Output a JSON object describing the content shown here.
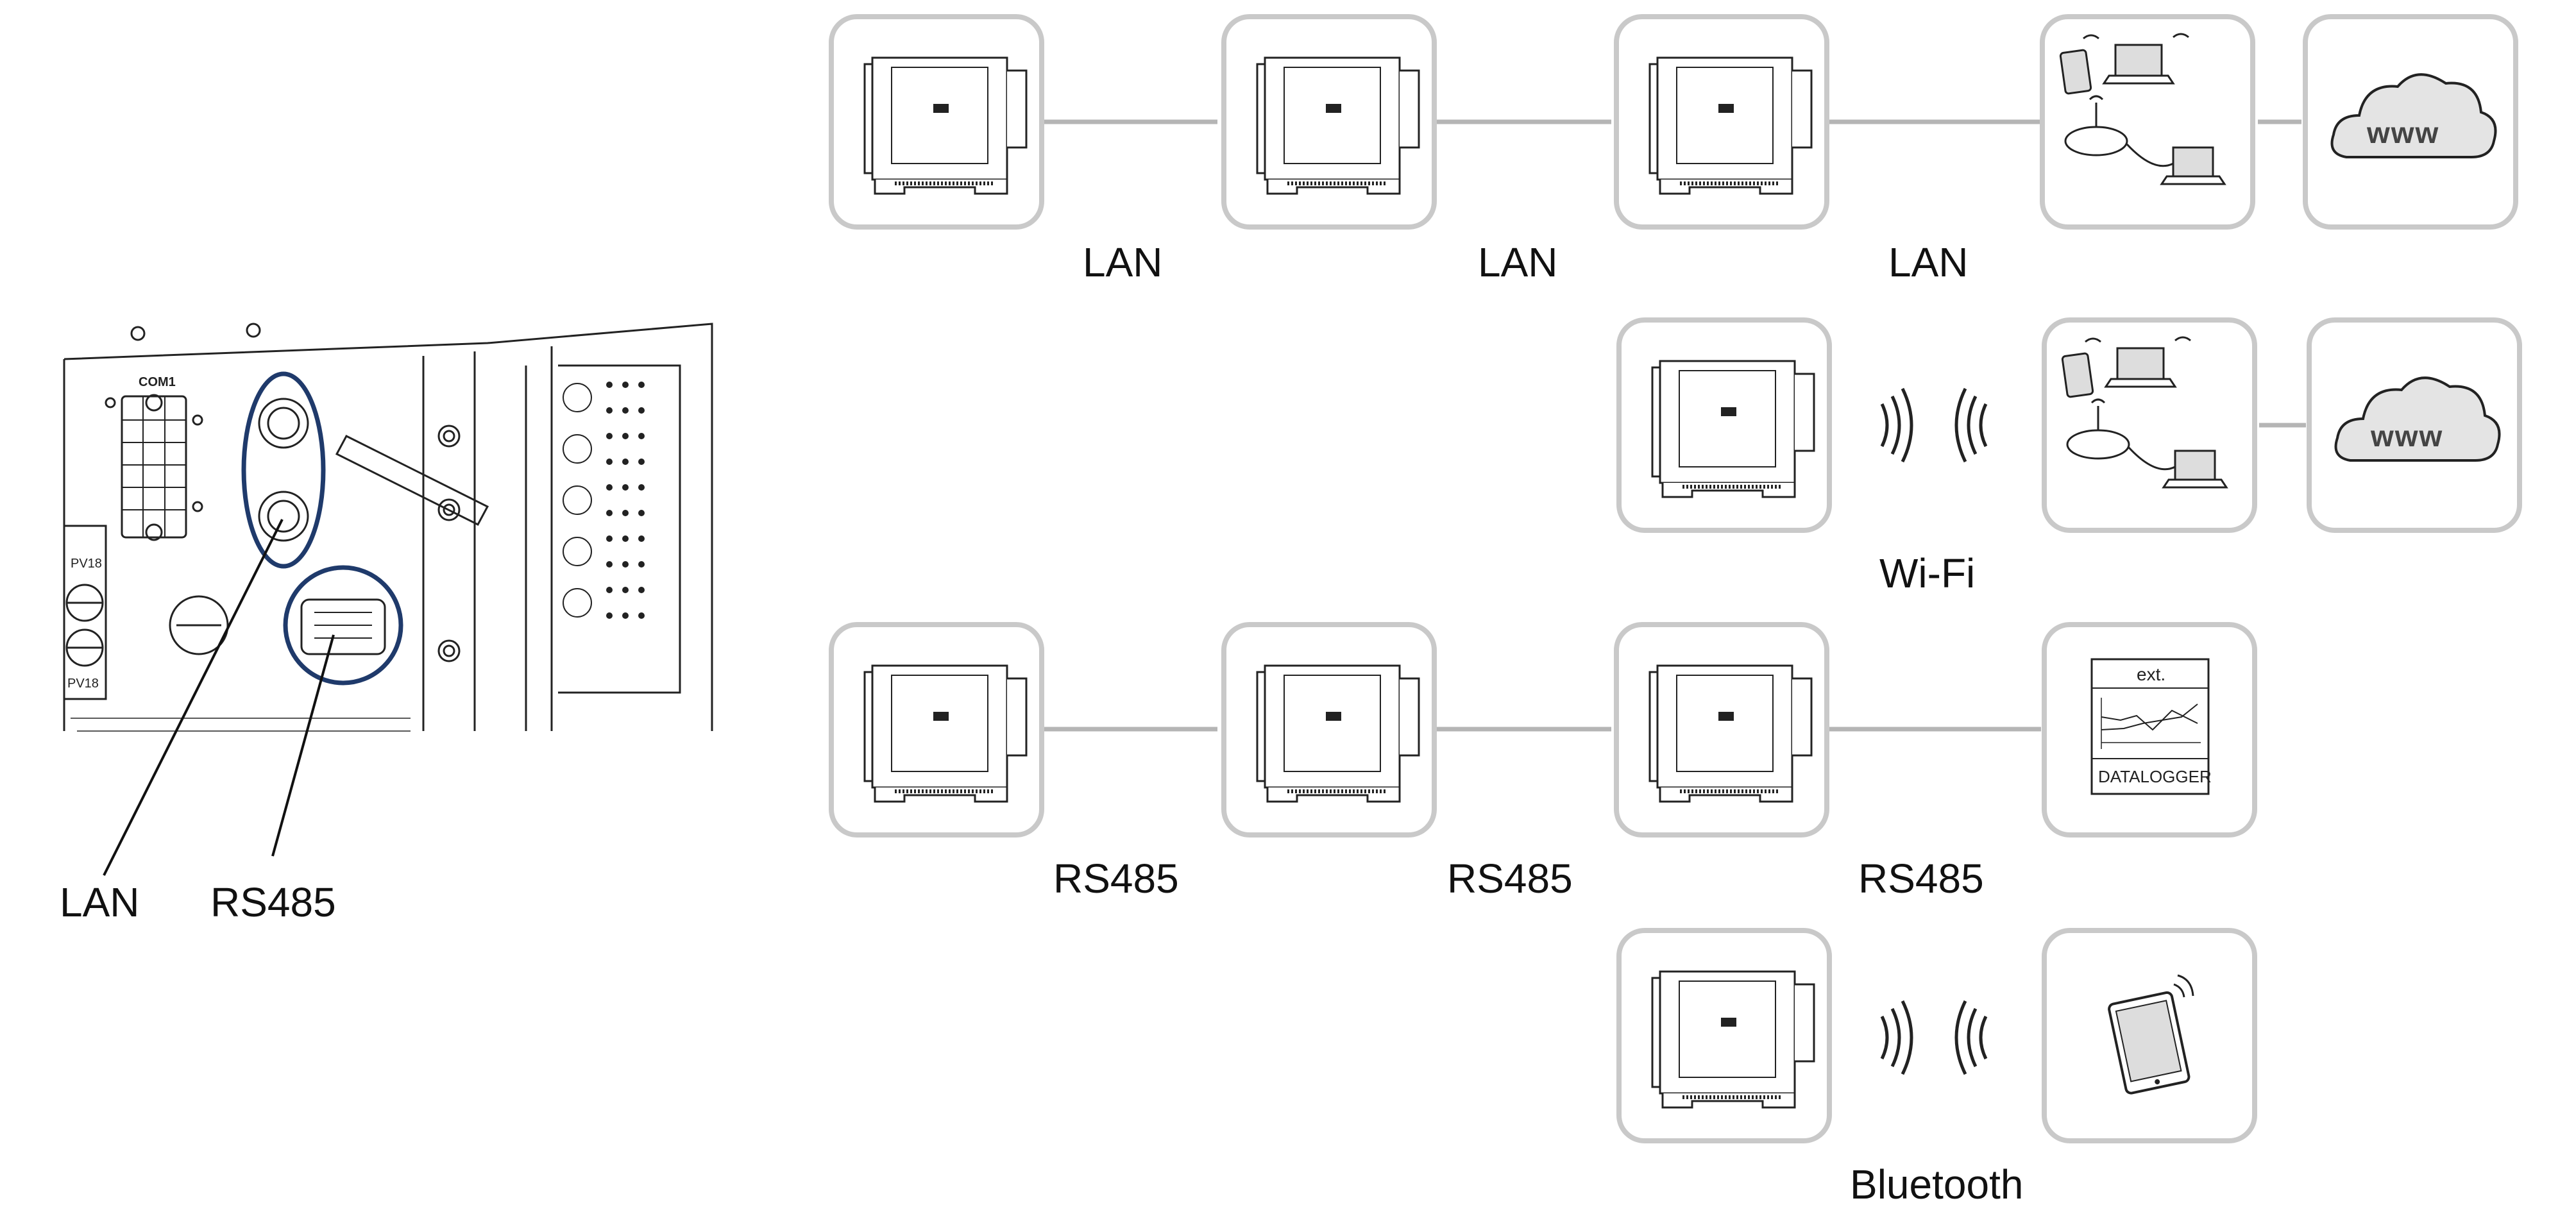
{
  "connector_labels": {
    "lan": "LAN",
    "rs485": "RS485",
    "com1": "COM1",
    "pv_top": "PV18",
    "pv_bottom": "PV18"
  },
  "lan_row": {
    "labels": [
      "LAN",
      "LAN",
      "LAN"
    ]
  },
  "wifi_row": {
    "label": "Wi-Fi"
  },
  "rs485_row": {
    "labels": [
      "RS485",
      "RS485",
      "RS485"
    ]
  },
  "bluetooth_row": {
    "label": "Bluetooth"
  },
  "datalogger": {
    "top": "ext.",
    "bottom": "DATALOGGER"
  },
  "cloud": {
    "text": "www"
  },
  "colors": {
    "tile_border": "#c9c9c9",
    "line": "#b5b5b5",
    "highlight": "#1f3a6b",
    "outline": "#222222"
  },
  "icons": [
    "inverter-icon",
    "network-devices-icon",
    "cloud-www-icon",
    "datalogger-icon",
    "tablet-icon",
    "wireless-signal-icon"
  ]
}
